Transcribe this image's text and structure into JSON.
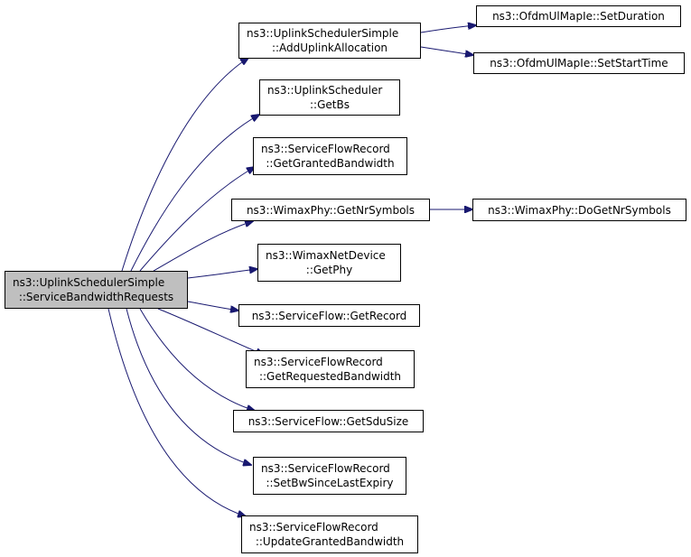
{
  "colors": {
    "edge": "#191970",
    "root_fill": "#bfbfbf",
    "node_fill": "#ffffff",
    "border": "#000000"
  },
  "nodes": {
    "root": {
      "l1": "ns3::UplinkSchedulerSimple",
      "l2": "::ServiceBandwidthRequests"
    },
    "add_alloc": {
      "l1": "ns3::UplinkSchedulerSimple",
      "l2": "::AddUplinkAllocation"
    },
    "set_duration": {
      "l1": "ns3::OfdmUlMapIe::SetDuration"
    },
    "set_start_time": {
      "l1": "ns3::OfdmUlMapIe::SetStartTime"
    },
    "get_bs": {
      "l1": "ns3::UplinkScheduler",
      "l2": "::GetBs"
    },
    "get_granted_bw": {
      "l1": "ns3::ServiceFlowRecord",
      "l2": "::GetGrantedBandwidth"
    },
    "get_nr_symbols": {
      "l1": "ns3::WimaxPhy::GetNrSymbols"
    },
    "do_get_nr_symbols": {
      "l1": "ns3::WimaxPhy::DoGetNrSymbols"
    },
    "get_phy": {
      "l1": "ns3::WimaxNetDevice",
      "l2": "::GetPhy"
    },
    "get_record": {
      "l1": "ns3::ServiceFlow::GetRecord"
    },
    "get_requested_bw": {
      "l1": "ns3::ServiceFlowRecord",
      "l2": "::GetRequestedBandwidth"
    },
    "get_sdu_size": {
      "l1": "ns3::ServiceFlow::GetSduSize"
    },
    "set_bw_since": {
      "l1": "ns3::ServiceFlowRecord",
      "l2": "::SetBwSinceLastExpiry"
    },
    "update_granted_bw": {
      "l1": "ns3::ServiceFlowRecord",
      "l2": "::UpdateGrantedBandwidth"
    }
  }
}
